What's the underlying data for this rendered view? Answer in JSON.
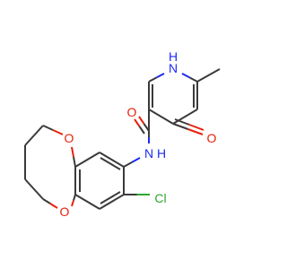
{
  "colors": {
    "carbon_bond": "#3a3a3a",
    "oxygen": "#e8210c",
    "nitrogen": "#1d2bf2",
    "chlorine": "#2ca82c",
    "background": "#ffffff"
  },
  "atoms": {
    "nh_ring": "H",
    "nh_ring_n": "N",
    "carbonyl_o": "O",
    "amide_n": "N",
    "amide_h": "H",
    "keto_o": "O",
    "ring_o_top": "O",
    "ring_o_bottom": "O",
    "chlorine": "Cl"
  }
}
